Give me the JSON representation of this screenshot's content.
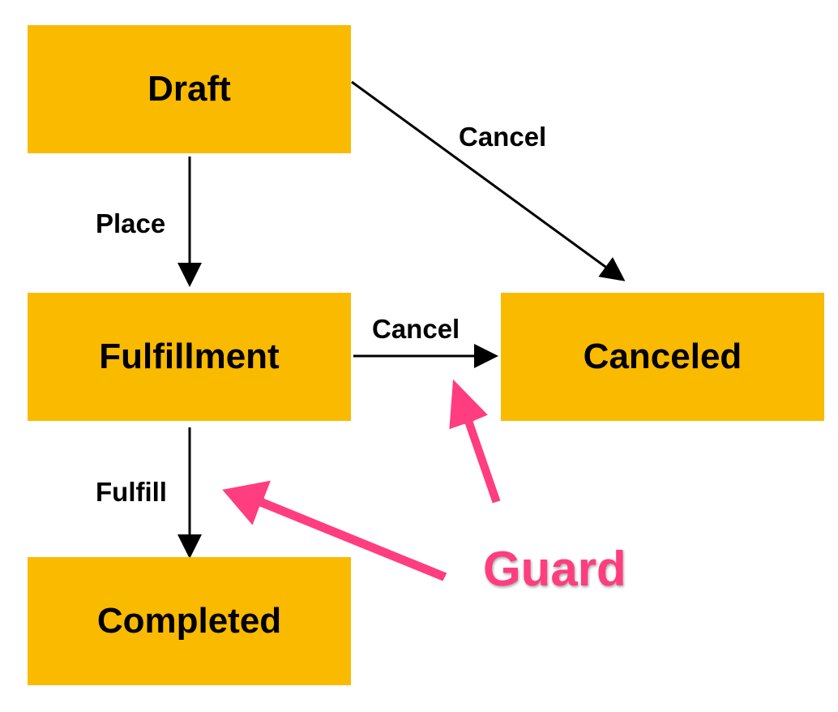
{
  "colors": {
    "state_fill": "#F9BA00",
    "state_text": "#000000",
    "edge_color": "#000000",
    "guard_color": "#FF3D7F"
  },
  "states": {
    "draft": "Draft",
    "fulfillment": "Fulfillment",
    "canceled": "Canceled",
    "completed": "Completed"
  },
  "transitions": {
    "draft_to_canceled": "Cancel",
    "draft_to_fulfillment": "Place",
    "fulfillment_to_canceled": "Cancel",
    "fulfillment_to_completed": "Fulfill"
  },
  "annotation": {
    "guard": "Guard"
  }
}
